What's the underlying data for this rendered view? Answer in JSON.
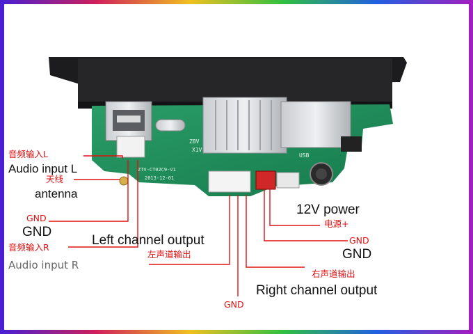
{
  "colors": {
    "label_cn": "#e01010",
    "label_en": "#111111",
    "pcb": "#1f8a5a",
    "leader_line": "#e01010"
  },
  "labels": {
    "audio_input_l_cn": "音频输入L",
    "audio_input_l_en": "Audio input L",
    "antenna_cn": "天线",
    "antenna_en": "antenna",
    "gnd_left_cn": "GND",
    "gnd_left_en": "GND",
    "audio_input_r_cn": "音频输入R",
    "audio_input_r_en": "Audio input R",
    "left_channel_en": "Left channel output",
    "left_channel_cn": "左声道输出",
    "right_channel_cn": "右声道输出",
    "right_channel_en": "Right channel output",
    "gnd_bottom": "GND",
    "power_en": "12V power",
    "power_cn": "电源+",
    "gnd_right_cn": "GND",
    "gnd_right_en": "GND"
  },
  "board": {
    "silkscreen_model": "ZTV-CT02C9-V1",
    "silkscreen_date": "2013-12-01",
    "silkscreen_zbv": "ZBV",
    "silkscreen_x1v": "X1V",
    "silkscreen_usb": "USB"
  }
}
